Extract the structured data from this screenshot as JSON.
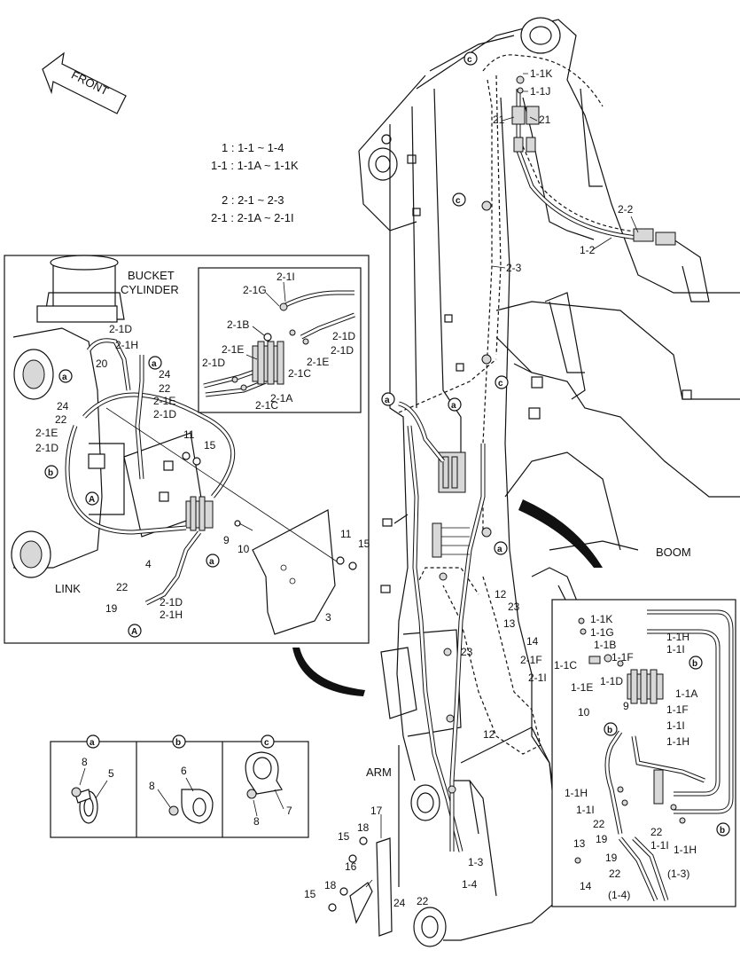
{
  "front_label": "FRONT",
  "legend": {
    "line1": "1 : 1-1 ~ 1-4",
    "line2": "1-1 : 1-1A ~ 1-1K",
    "line3": "2 : 2-1 ~ 2-3",
    "line4": "2-1 : 2-1A ~ 2-1I"
  },
  "region_labels": {
    "bucket_cylinder_1": "BUCKET",
    "bucket_cylinder_2": "CYLINDER",
    "link": "LINK",
    "boom": "BOOM",
    "arm": "ARM"
  },
  "clamp_details": {
    "a": {
      "letter": "a",
      "parts": [
        "8",
        "5"
      ]
    },
    "b": {
      "letter": "b",
      "parts": [
        "8",
        "6"
      ]
    },
    "c": {
      "letter": "c",
      "parts": [
        "8",
        "7"
      ]
    }
  },
  "callouts": {
    "left_inset": [
      "2-1D",
      "2-1H",
      "20",
      "24",
      "22",
      "2-1E",
      "2-1D",
      "24",
      "22",
      "2-1E",
      "2-1D",
      "11",
      "15",
      "9",
      "10",
      "11",
      "15",
      "3",
      "4",
      "22",
      "19",
      "2-1D",
      "2-1H",
      "A",
      "A",
      "a",
      "a",
      "a",
      "b"
    ],
    "valve_inset": [
      "2-1I",
      "2-1G",
      "2-1B",
      "2-1E",
      "2-1D",
      "2-1C",
      "2-1A",
      "2-1D",
      "2-1E",
      "2-1C",
      "2-1D"
    ],
    "main": [
      "1-1K",
      "1-1J",
      "21",
      "21",
      "2-2",
      "1-2",
      "2-3",
      "12",
      "23",
      "13",
      "14",
      "23",
      "2-1F",
      "2-1I",
      "12",
      "17",
      "18",
      "15",
      "16",
      "18",
      "15",
      "1-3",
      "1-4",
      "24",
      "22"
    ],
    "right_inset": [
      "1-1K",
      "1-1G",
      "1-1B",
      "1-1C",
      "1-1F",
      "1-1E",
      "1-1D",
      "1-1H",
      "1-1I",
      "1-1A",
      "10",
      "9",
      "1-1F",
      "1-1I",
      "1-1H",
      "1-1H",
      "1-1I",
      "22",
      "19",
      "22",
      "1-1I",
      "1-1H",
      "13",
      "19",
      "22",
      "14",
      "(1-3)",
      "(1-4)"
    ]
  }
}
